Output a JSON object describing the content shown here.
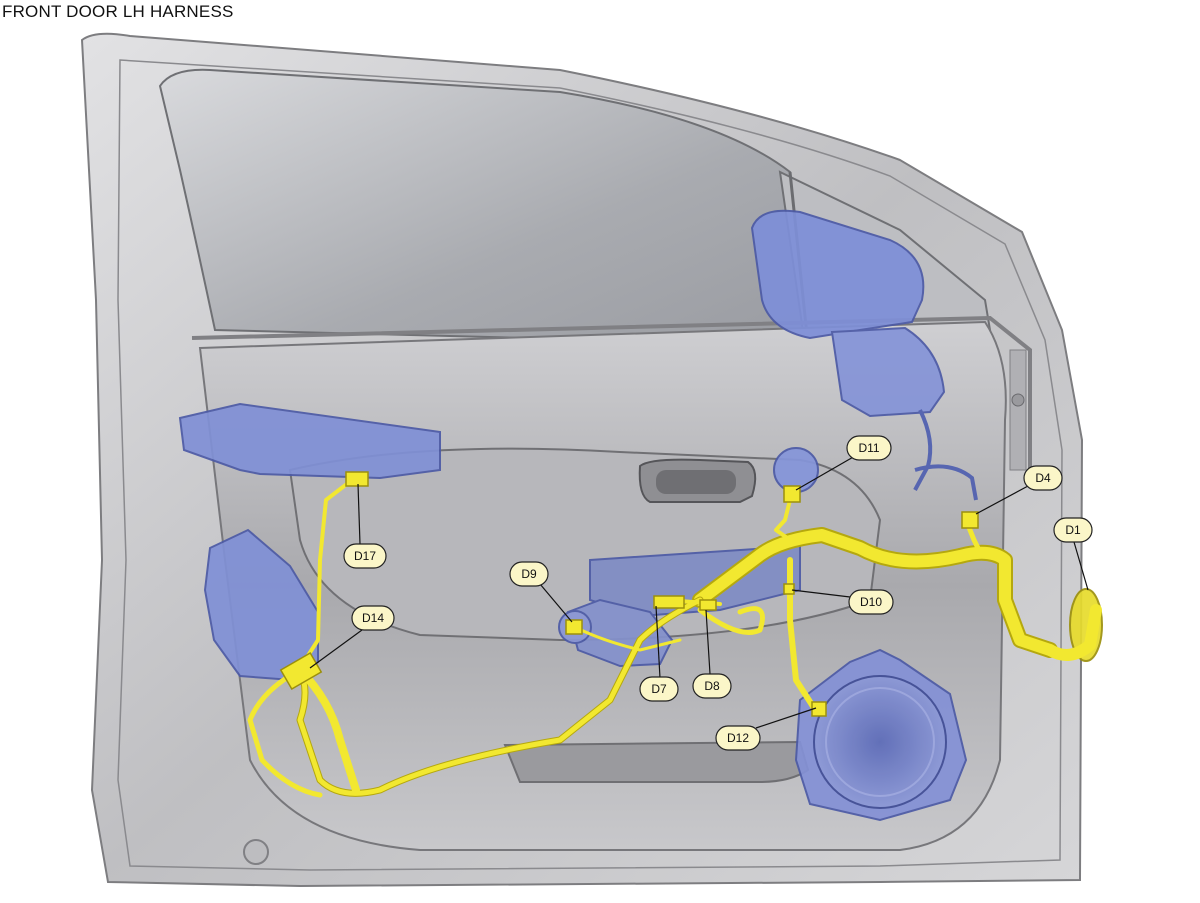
{
  "title": "FRONT DOOR LH HARNESS",
  "colors": {
    "harness": "#f2e830",
    "harness_edge": "#b5a80e",
    "component": "#7f8fd6",
    "door_panel": "#c9c9cb",
    "glass": "#b4b6ba",
    "label_fill": "#fbf6c8"
  },
  "connectors": [
    {
      "id": "D1"
    },
    {
      "id": "D4"
    },
    {
      "id": "D7"
    },
    {
      "id": "D8"
    },
    {
      "id": "D9"
    },
    {
      "id": "D10"
    },
    {
      "id": "D11"
    },
    {
      "id": "D12"
    },
    {
      "id": "D14"
    },
    {
      "id": "D17"
    }
  ]
}
